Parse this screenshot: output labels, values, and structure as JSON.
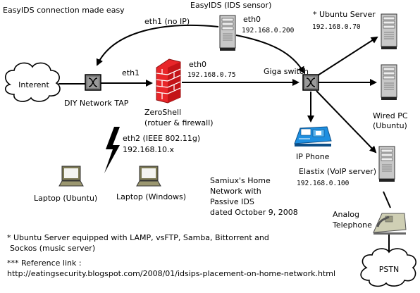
{
  "title": "EasyIDS connection made easy",
  "nodes": {
    "internet": {
      "label": "Interent"
    },
    "tap": {
      "label": "DIY Network TAP"
    },
    "zeroshell": {
      "label": "ZeroShell",
      "sublabel": "(rotuer & firewall)"
    },
    "ids": {
      "label": "EasyIDS (IDS sensor)"
    },
    "ids_if": {
      "name": "eth0",
      "ip": "192.168.0.200"
    },
    "zs_eth0": {
      "name": "eth0",
      "ip": "192.168.0.75"
    },
    "switch": {
      "label": "Giga switch"
    },
    "ubuntu_server": {
      "label": "* Ubuntu Server",
      "ip": "192.168.0.70"
    },
    "wired_pc": {
      "line1": "Wired PC",
      "line2": "(Ubuntu)"
    },
    "ip_phone": {
      "label": "IP Phone"
    },
    "elastix": {
      "label": "Elastix (VoIP server)",
      "ip": "192.168.0.100"
    },
    "analog": {
      "line1": "Analog",
      "line2": "Telephone"
    },
    "pstn": {
      "label": "PSTN"
    },
    "laptop_ubuntu": {
      "label": "Laptop (Ubuntu)"
    },
    "laptop_windows": {
      "label": "Laptop (Windows)"
    }
  },
  "links": {
    "eth1_noip": "eth1 (no IP)",
    "eth1": "eth1",
    "eth2": "eth2 (IEEE 802.11g)",
    "eth2_ip": "192.168.10.x"
  },
  "note": {
    "line1": "Samiux's Home",
    "line2": "Network with",
    "line3": "Passive IDS",
    "line4": "dated October 9, 2008"
  },
  "footnote": {
    "line1": "* Ubuntu Server equipped with LAMP, vsFTP, Samba, Bittorrent and",
    "line2": "Sockos (music server)",
    "ref_label": "*** Reference link :",
    "ref_url": "http://eatingsecurity.blogspot.com/2008/01/idsips-placement-on-home-network.html"
  },
  "colors": {
    "firewall_brick": "#e8262a",
    "phone_blue": "#1e8fe0",
    "server_gray": "#bdbdbd",
    "laptop_olive": "#7d7a55"
  }
}
